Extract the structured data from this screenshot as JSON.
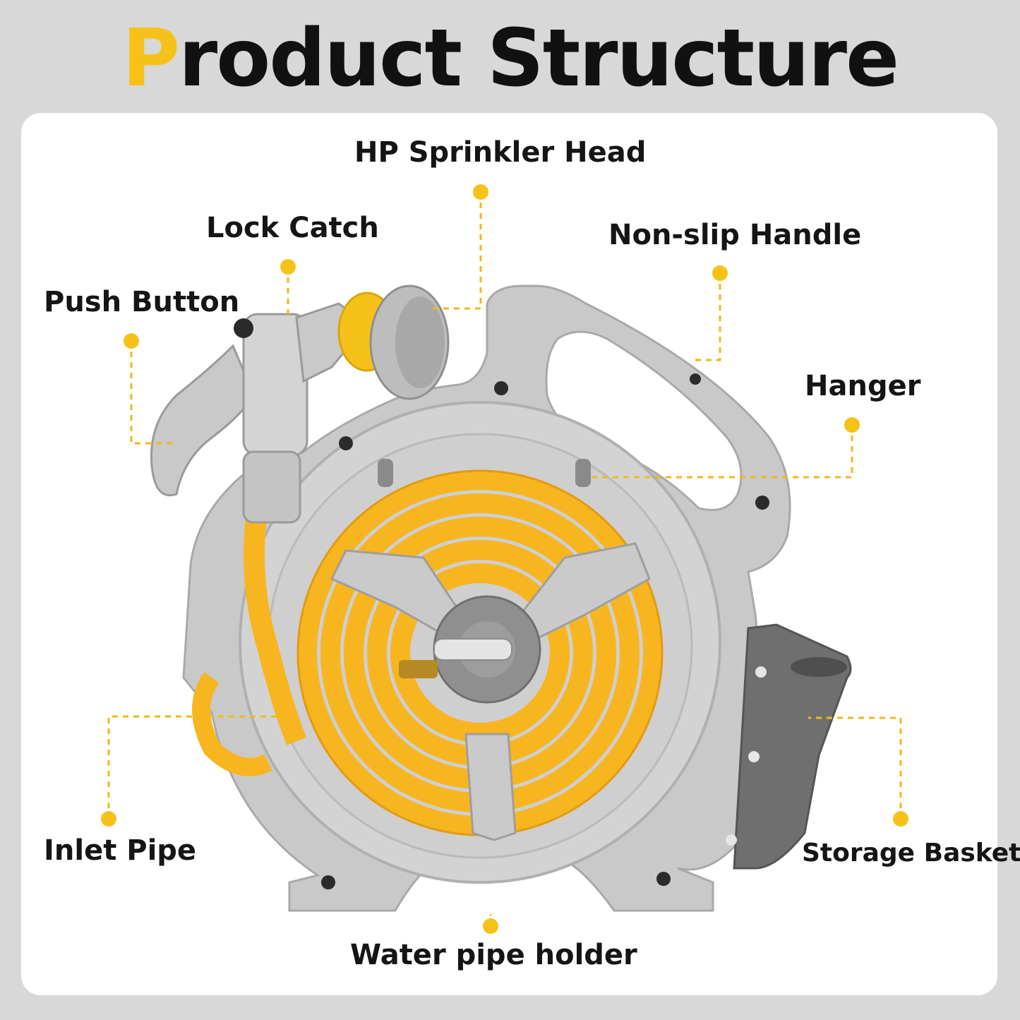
{
  "title": {
    "first_letter": "P",
    "rest": "roduct Structure"
  },
  "labels": {
    "sprinkler_head": "HP Sprinkler Head",
    "lock_catch": "Lock Catch",
    "non_slip_handle": "Non-slip Handle",
    "push_button": "Push Button",
    "hanger": "Hanger",
    "inlet_pipe": "Inlet Pipe",
    "storage_basket": "Storage Basket",
    "water_pipe_holder": "Water pipe holder"
  },
  "colors": {
    "accent": "#f6c21a",
    "hose": "#f7b520",
    "body": "#c9c9c9",
    "background": "#d8d8d8",
    "panel": "#ffffff"
  }
}
